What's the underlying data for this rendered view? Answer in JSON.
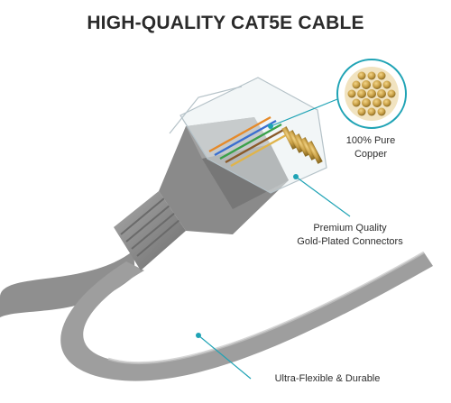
{
  "headline": "HIGH-QUALITY CAT5E CABLE",
  "callouts": {
    "copper": {
      "line1": "100% Pure",
      "line2": "Copper",
      "icon": "copper-strand-bundle-icon"
    },
    "connectors": {
      "line1": "Premium Quality",
      "line2": "Gold-Plated Connectors"
    },
    "flexible": {
      "line1": "Ultra-Flexible & Durable"
    }
  },
  "colors": {
    "cable": "#9a9a9a",
    "boot": "#888888",
    "accent": "#1fa3b5",
    "gold": "#c9a047",
    "headline": "#2b2b2b"
  }
}
